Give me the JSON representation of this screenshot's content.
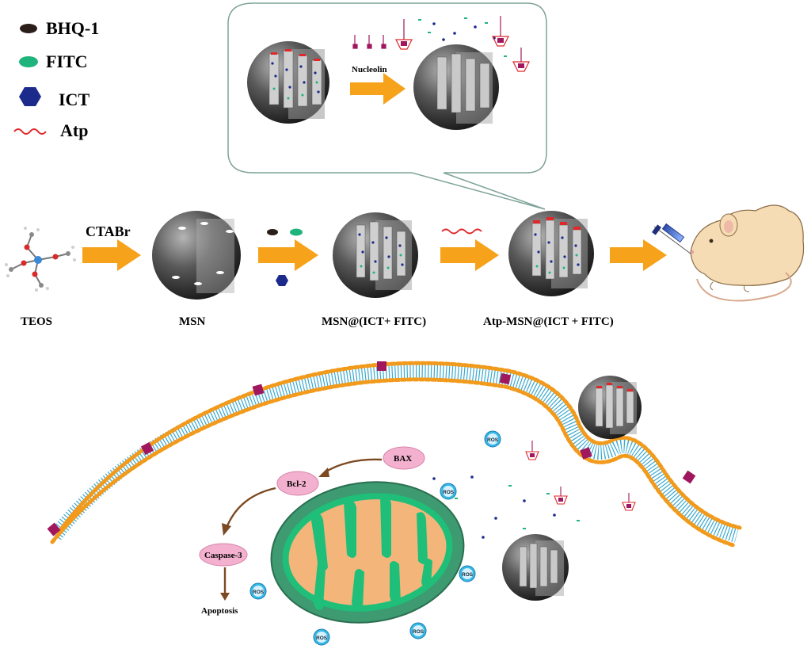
{
  "legend": {
    "items": [
      {
        "label": "BHQ-1",
        "color": "#2a1d1a"
      },
      {
        "label": "FITC",
        "color": "#1fb47c"
      },
      {
        "label": "ICT",
        "color": "#1c2a8c"
      },
      {
        "label": "Atp",
        "color": "#e0272a"
      }
    ]
  },
  "callout": {
    "arrow_label": "Nucleolin"
  },
  "synthesis": {
    "reagent_label": "CTABr",
    "stages": [
      "TEOS",
      "MSN",
      "MSN@(ICT+ FITC)",
      "Atp-MSN@(ICT + FITC)"
    ]
  },
  "cell": {
    "ros_label": "ROS",
    "pathway": {
      "bax": "BAX",
      "bcl2": "Bcl-2",
      "caspase": "Caspase-3",
      "outcome": "Apoptosis"
    }
  },
  "colors": {
    "arrow": "#f7a21b",
    "membrane_head": "#f29a1c",
    "membrane_tail": "#3aa9cf",
    "receptor": "#a1175e",
    "mito_outer": "#3e9a70",
    "mito_inner": "#1fbf7a",
    "mito_matrix": "#f4b57a",
    "ros": "#37b8e6",
    "pathway_node": "#f3b1cf",
    "pathway_arrow": "#7b4a22",
    "mouse": "#f5dcb4"
  }
}
